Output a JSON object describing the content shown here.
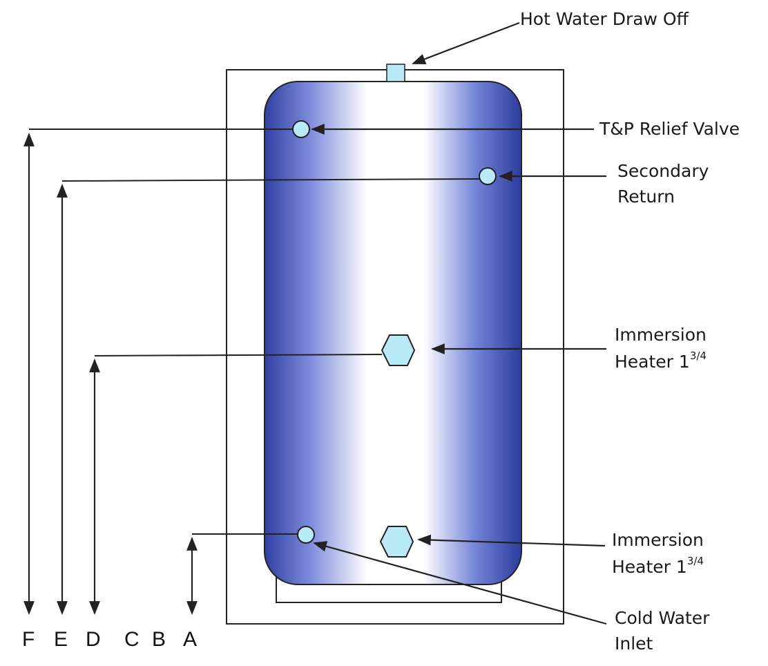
{
  "labels": {
    "hot_water": "Hot Water Draw Off",
    "tp_relief": "T&P Relief Valve",
    "secondary_line1": "Secondary",
    "secondary_line2": "Return",
    "immersion_upper_line1": "Immersion",
    "immersion_upper_line2": "Heater 1",
    "immersion_upper_sup": "3/4",
    "immersion_lower_line1": "Immersion",
    "immersion_lower_line2": "Heater 1",
    "immersion_lower_sup": "3/4",
    "cold_line1": "Cold Water",
    "cold_line2": "Inlet"
  },
  "dimension_letters": [
    "F",
    "E",
    "D",
    "C",
    "B",
    "A"
  ],
  "colors": {
    "tank_edge": "#2f3f9e",
    "tank_mid": "#6f7fd6",
    "tank_highlight": "#ffffff",
    "connection_fill": "#b9eaf7",
    "outline": "#222222"
  }
}
